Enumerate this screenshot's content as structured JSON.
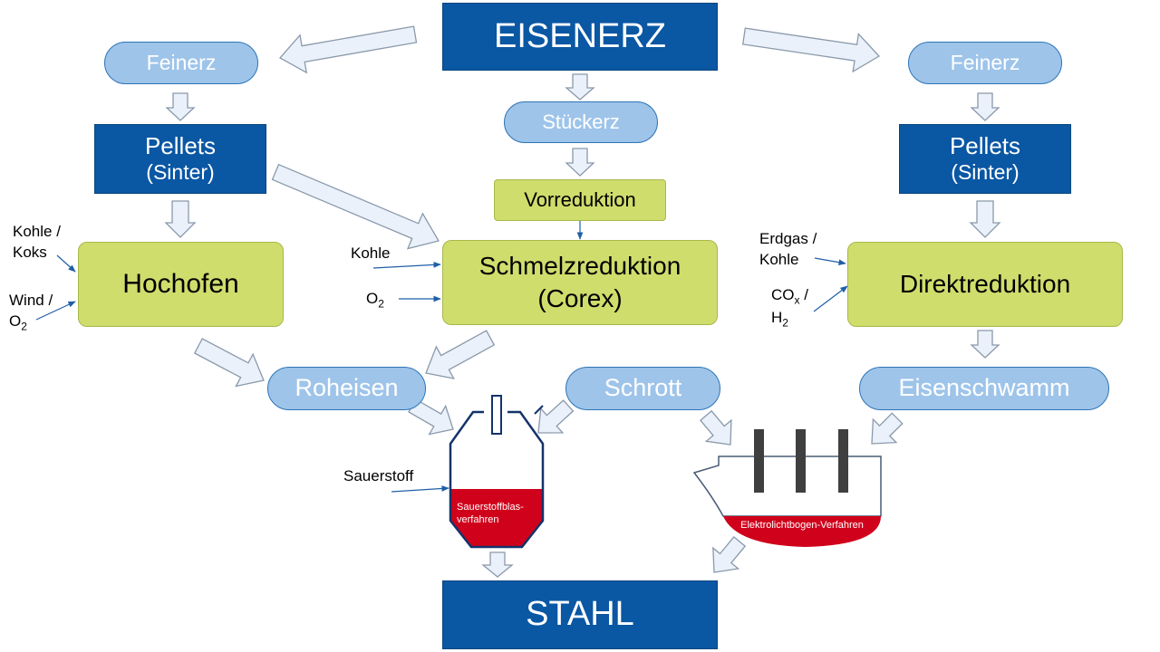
{
  "colors": {
    "box_blue": "#0a57a4",
    "pill_blue": "#9ec4ea",
    "process_green": "#cfdd6c",
    "melt_red": "#d0021b",
    "arrow_fill": "#eaf1fa",
    "arrow_stroke": "#8a99ab"
  },
  "nodes": {
    "eisenerz": "EISENERZ",
    "stahl": "STAHL",
    "feinerz_left": "Feinerz",
    "feinerz_right": "Feinerz",
    "stueckerz": "Stückerz",
    "pellets_left": {
      "line1": "Pellets",
      "line2": "(Sinter)"
    },
    "pellets_right": {
      "line1": "Pellets",
      "line2": "(Sinter)"
    },
    "vorreduktion": "Vorreduktion",
    "hochofen": "Hochofen",
    "schmelzreduktion": {
      "line1": "Schmelzreduktion",
      "line2": "(Corex)"
    },
    "direktreduktion": "Direktreduktion",
    "roheisen": "Roheisen",
    "schrott": "Schrott",
    "eisenschwamm": "Eisenschwamm"
  },
  "inputs": {
    "hochofen_1": {
      "line1": "Kohle /",
      "line2": "Koks"
    },
    "hochofen_2": {
      "line1": "Wind /",
      "line2_main": "O",
      "line2_sub": "2"
    },
    "corex_1": "Kohle",
    "corex_2": {
      "main": "O",
      "sub": "2"
    },
    "direkt_1": {
      "line1": "Erdgas /",
      "line2": "Kohle"
    },
    "direkt_2": {
      "l1_main": "CO",
      "l1_sub": "x",
      "l1_rest": " /",
      "l2_main": "H",
      "l2_sub": "2"
    },
    "sauerstoff": "Sauerstoff"
  },
  "vessels": {
    "bof_label": "Sauerstoffblas-verfahren",
    "eaf_label": "Elektrolichtbogen-Verfahren"
  }
}
